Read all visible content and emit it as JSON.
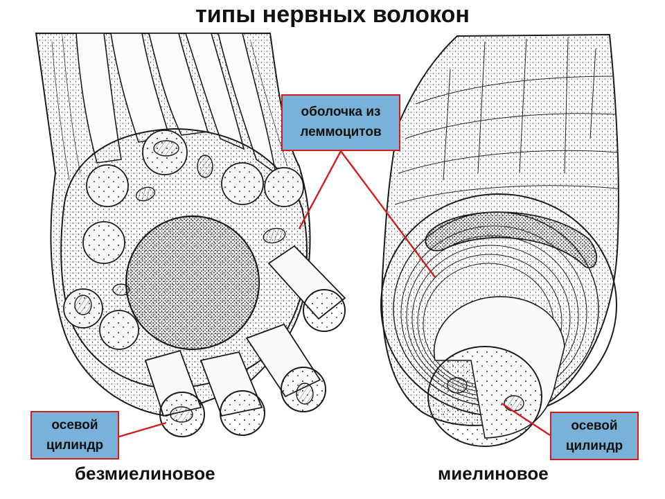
{
  "title": "типы нервных волокон",
  "callouts": {
    "sheath": {
      "line1": "оболочка из",
      "line2": "леммоцитов"
    },
    "axis_left": {
      "line1": "осевой",
      "line2": "цилиндр"
    },
    "axis_right": {
      "line1": "осевой",
      "line2": "цилиндр"
    }
  },
  "captions": {
    "unmyelinated": "безмиелиновое",
    "myelinated": "миелиновое"
  },
  "colors": {
    "callout_fill": "#7ab1d8",
    "callout_border": "#d41c1c",
    "leader_line": "#d41c1c",
    "ink": "#1a1a1a"
  }
}
